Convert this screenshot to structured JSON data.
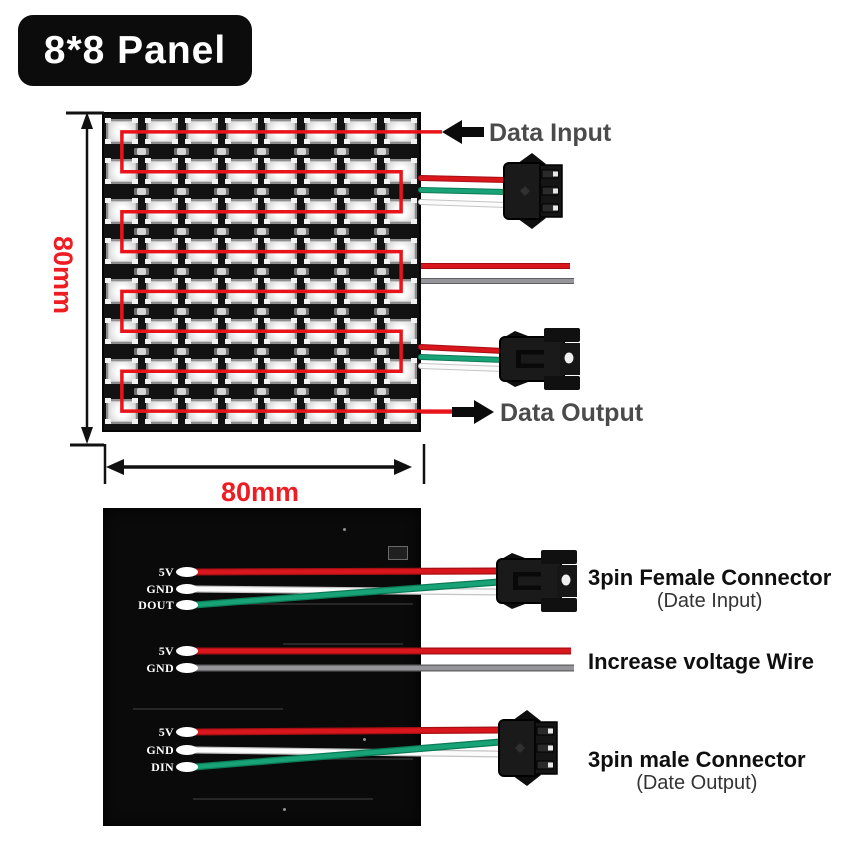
{
  "badge": {
    "label": "8*8 Panel"
  },
  "top_diagram": {
    "panel": {
      "rows": 8,
      "cols": 8
    },
    "dim_height_label": "80mm",
    "dim_width_label": "80mm",
    "data_input_label": "Data Input",
    "data_output_label": "Data Output"
  },
  "bottom_diagram": {
    "groups": [
      {
        "pins": [
          "5V",
          "GND",
          "DOUT"
        ],
        "wire_colors": [
          "red",
          "white",
          "green"
        ],
        "label": "3pin Female Connector",
        "sublabel": "(Date Input)"
      },
      {
        "pins": [
          "5V",
          "GND"
        ],
        "wire_colors": [
          "red",
          "gray"
        ],
        "label": "Increase voltage Wire",
        "sublabel": ""
      },
      {
        "pins": [
          "5V",
          "GND",
          "DIN"
        ],
        "wire_colors": [
          "red",
          "white",
          "green"
        ],
        "label": "3pin male Connector",
        "sublabel": "(Date Output)"
      }
    ]
  },
  "colors": {
    "accent_red": "#ee1c23",
    "serpentine_red": "#e9141a",
    "wire_red": "#d8161c",
    "wire_green": "#18a377",
    "wire_white": "#fbfbfb",
    "wire_gray": "#96969a",
    "flow_text": "#4b4b4b",
    "pcb_black": "#0a0a0a"
  }
}
